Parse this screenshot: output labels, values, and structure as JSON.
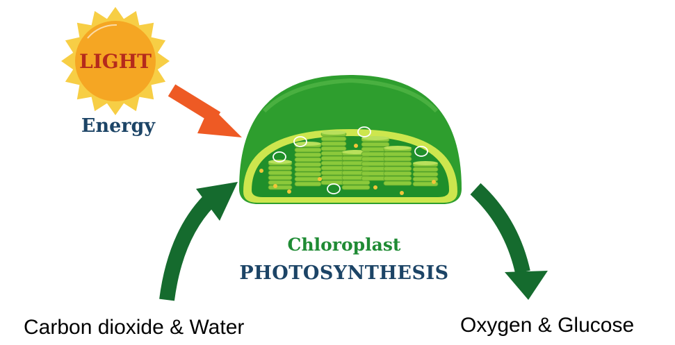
{
  "diagram": {
    "sun": {
      "label": "LIGHT",
      "caption": "Energy"
    },
    "organelle": {
      "name": "Chloroplast",
      "process": "PHOTOSYNTHESIS"
    },
    "inputs": "Carbon dioxide & Water",
    "outputs": "Oxygen & Glucose"
  },
  "colors": {
    "sun_outer": "#F7CE45",
    "sun_inner": "#F5A623",
    "light_text": "#B52A1C",
    "navy": "#1C4466",
    "light_arrow": "#EE5A24",
    "cycle_arrow": "#156B2E",
    "chloroplast_outer": "#2E9E2E",
    "chloroplast_band": "#CDE64E",
    "chloroplast_inner": "#1F8F2A",
    "thylakoid": "#8BC93B",
    "chloroplast_text": "#1F8B34"
  },
  "icons": [
    "sun-icon",
    "chloroplast-icon",
    "light-arrow-icon",
    "input-arrow-icon",
    "output-arrow-icon"
  ]
}
